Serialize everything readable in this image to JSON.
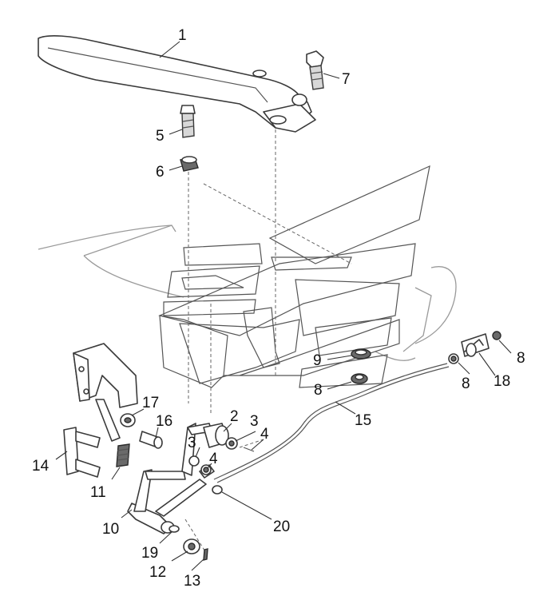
{
  "labels": {
    "l1": "1",
    "l2": "2",
    "l3a": "3",
    "l3b": "3",
    "l4a": "4",
    "l4b": "4",
    "l5": "5",
    "l6": "6",
    "l7": "7",
    "l8a": "8",
    "l8b": "8",
    "l8c": "8",
    "l9": "9",
    "l10": "10",
    "l11": "11",
    "l12": "12",
    "l13": "13",
    "l14": "14",
    "l15": "15",
    "l16": "16",
    "l17": "17",
    "l18": "18",
    "l19": "19",
    "l20": "20"
  }
}
